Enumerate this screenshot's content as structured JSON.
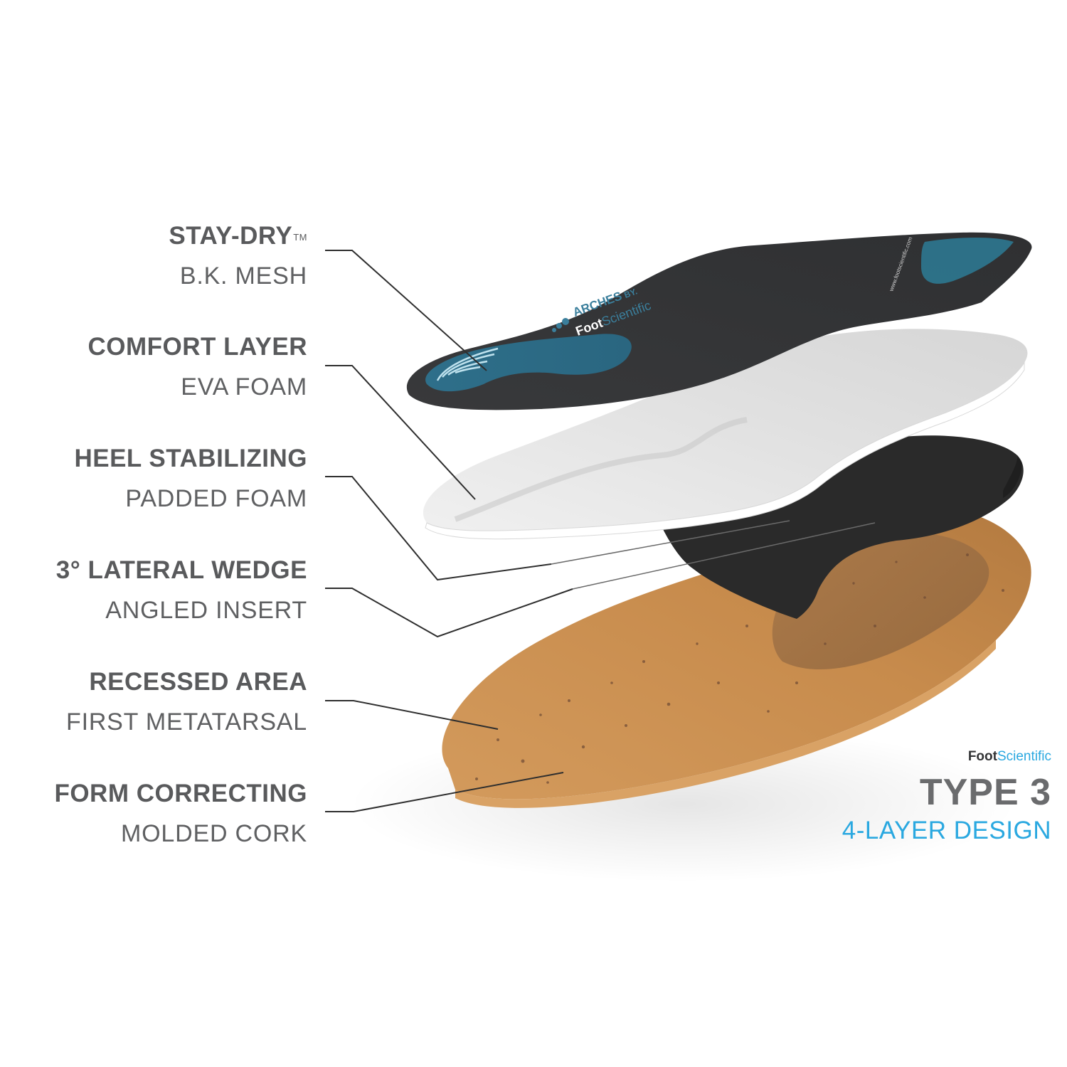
{
  "layers": [
    {
      "title": "STAY-DRY",
      "trademark": "TM",
      "subtitle": "B.K. MESH"
    },
    {
      "title": "COMFORT LAYER",
      "subtitle": "EVA FOAM"
    },
    {
      "title": "HEEL STABILIZING",
      "subtitle": "PADDED FOAM"
    },
    {
      "title": "3° LATERAL WEDGE",
      "subtitle": "ANGLED INSERT"
    },
    {
      "title": "RECESSED AREA",
      "subtitle": "FIRST METATARSAL"
    },
    {
      "title": "FORM CORRECTING",
      "subtitle": "MOLDED CORK"
    }
  ],
  "product": {
    "brand_bold": "Foot",
    "brand_light": "Scientific",
    "type": "TYPE 3",
    "design": "4-LAYER DESIGN"
  },
  "insole_print": {
    "arches": "ARCHES",
    "by": "BY.",
    "logo_bold": "Foot",
    "logo_light": "Scientific",
    "website": "www.footscientific.com"
  },
  "colors": {
    "label_text": "#595a5c",
    "accent_blue": "#2aa8e0",
    "mesh_dark": "#3a3b3d",
    "mesh_blue": "#2f6f88",
    "eva_white": "#e6e6e6",
    "heel_black": "#2b2b2b",
    "cork": "#c98d4e",
    "leader_line": "#2e2e2e"
  }
}
